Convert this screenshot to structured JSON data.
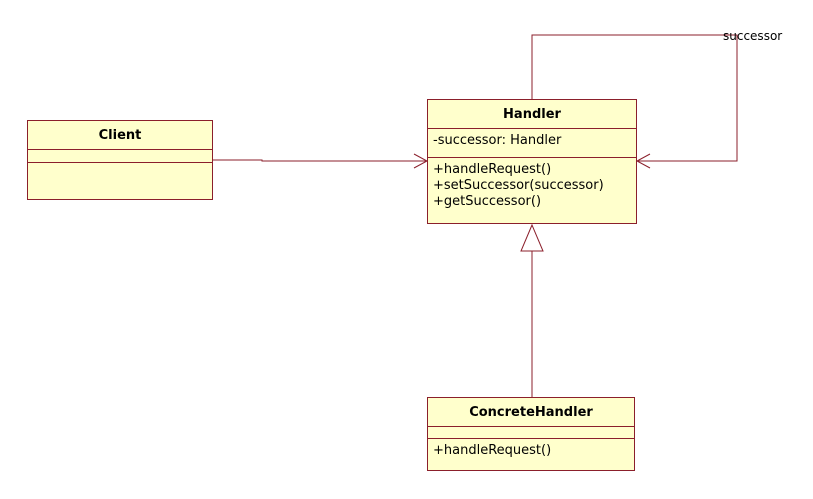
{
  "diagram": {
    "classes": {
      "client": {
        "name": "Client",
        "attributes": [],
        "operations": []
      },
      "handler": {
        "name": "Handler",
        "attributes": [
          "-successor: Handler"
        ],
        "operations": [
          "+handleRequest()",
          "+setSuccessor(successor)",
          "+getSuccessor()"
        ]
      },
      "concrete_handler": {
        "name": "ConcreteHandler",
        "attributes": [],
        "operations": [
          "+handleRequest()"
        ]
      }
    },
    "relations": {
      "self_association_label": "successor"
    },
    "colors": {
      "class_fill": "#ffffcc",
      "line": "#8b1f2b"
    }
  }
}
